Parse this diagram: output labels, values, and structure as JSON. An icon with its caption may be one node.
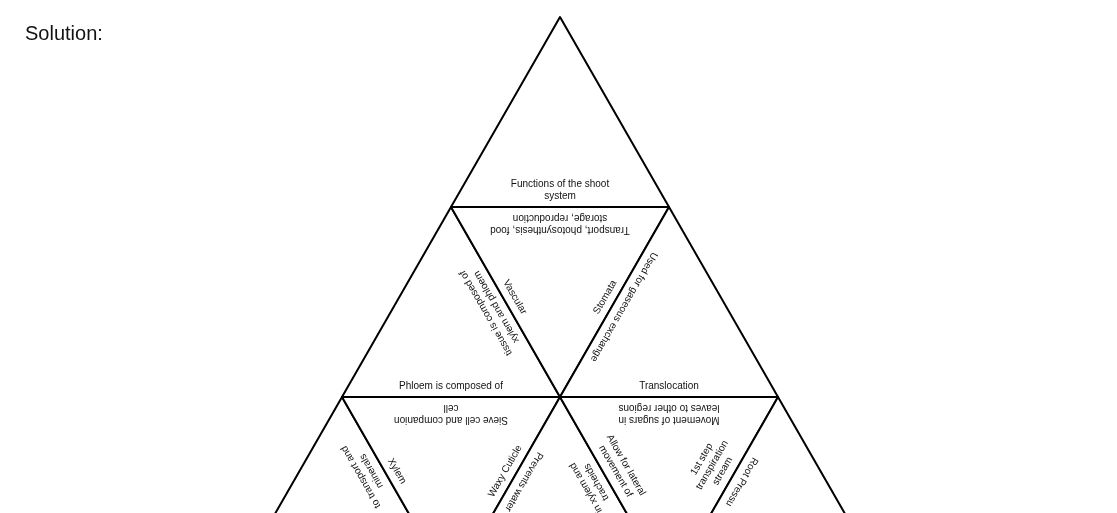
{
  "diagram": {
    "nodes": [
      {
        "text": [
          "Functions of the shoot system"
        ]
      },
      {
        "text": [
          "tissue is composed of xylem and phloem",
          "Phloem is composed of"
        ]
      },
      {
        "text": [
          "Transport, photosynthesis, food storage, reproduction",
          "Vascular",
          "Stomata"
        ]
      },
      {
        "text": [
          "Used for gaseous exchange",
          "Translocation"
        ]
      },
      {
        "text": [
          "to transport and minerals"
        ]
      },
      {
        "text": [
          "Sieve cell and companion cell",
          "Xylem",
          "Waxy Cuticle"
        ]
      },
      {
        "text": [
          "Prevents water",
          "in xylem and tracheids"
        ]
      },
      {
        "text": [
          "Movement of sugars in leaves to other regions",
          "Allow for lateral movement of",
          "1st step transpiration stream"
        ]
      },
      {
        "text": [
          "Root Pressu"
        ]
      }
    ],
    "labels": [
      "Solution:"
    ]
  }
}
